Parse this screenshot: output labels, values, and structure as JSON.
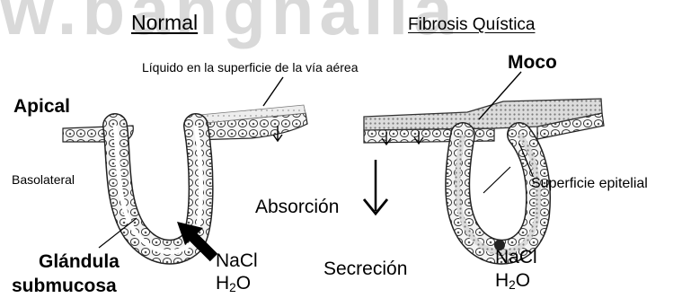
{
  "watermark": "w.bangnalla",
  "titles": {
    "normal": "Normal",
    "cf": "Fibrosis Quística"
  },
  "labels": {
    "airway_liquid": "Líquido en la superficie de la vía aérea",
    "mucus": "Moco",
    "apical": "Apical",
    "basolateral": "Basolateral",
    "absorption": "Absorción",
    "epithelial_surface": "Superficie epitelial",
    "gland_line1": "Glándula",
    "gland_line2": "submucosa",
    "secretion": "Secreción",
    "nacl": "NaCl",
    "water_h": "H",
    "water_sub": "2",
    "water_o": "O"
  }
}
